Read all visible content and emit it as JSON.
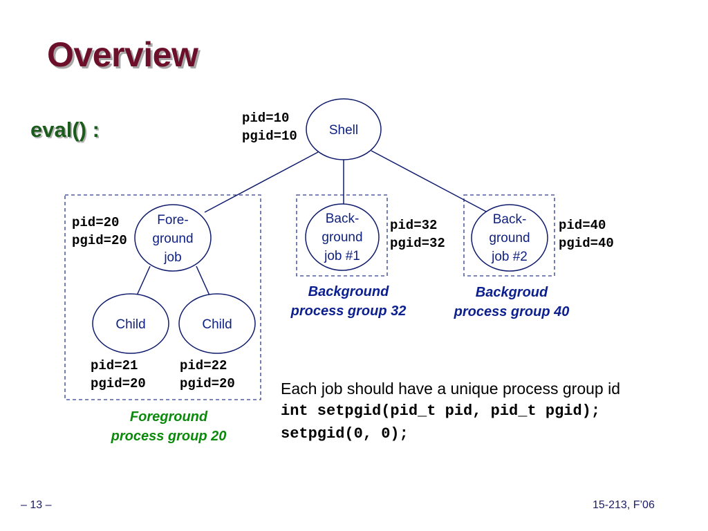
{
  "slide": {
    "title": "Overview",
    "subtitle": "eval() :",
    "footer_left": "– 13 –",
    "footer_right": "15-213, F’06"
  },
  "diagram": {
    "shell": {
      "label": "Shell",
      "pid": "pid=10",
      "pgid": "pgid=10"
    },
    "foreground_job": {
      "label_lines": [
        "Fore-",
        "ground",
        "job"
      ],
      "pid": "pid=20",
      "pgid": "pgid=20"
    },
    "children": [
      {
        "label": "Child",
        "pid": "pid=21",
        "pgid": "pgid=20"
      },
      {
        "label": "Child",
        "pid": "pid=22",
        "pgid": "pgid=20"
      }
    ],
    "background_job_1": {
      "label_lines": [
        "Back-",
        "ground",
        "job #1"
      ],
      "pid": "pid=32",
      "pgid": "pgid=32"
    },
    "background_job_2": {
      "label_lines": [
        "Back-",
        "ground",
        "job #2"
      ],
      "pid": "pid=40",
      "pgid": "pgid=40"
    },
    "groups": {
      "foreground": [
        "Foreground",
        "process group 20"
      ],
      "background_32": [
        "Background",
        "process group 32"
      ],
      "background_40": [
        "Backgroud",
        "process group 40"
      ]
    },
    "colors": {
      "node_stroke": "#0d1a6b",
      "node_text": "#0d1f80",
      "group_border": "#2a3a8a",
      "fg_caption": "#0a8a0a",
      "bg_caption": "#0b1f8f",
      "title": "#6b0f2a",
      "subtitle": "#1c5b1c"
    }
  },
  "note": {
    "text": "Each job should have a unique process group id",
    "code_lines": [
      "int setpgid(pid_t pid, pid_t pgid);",
      "setpgid(0, 0);"
    ]
  }
}
